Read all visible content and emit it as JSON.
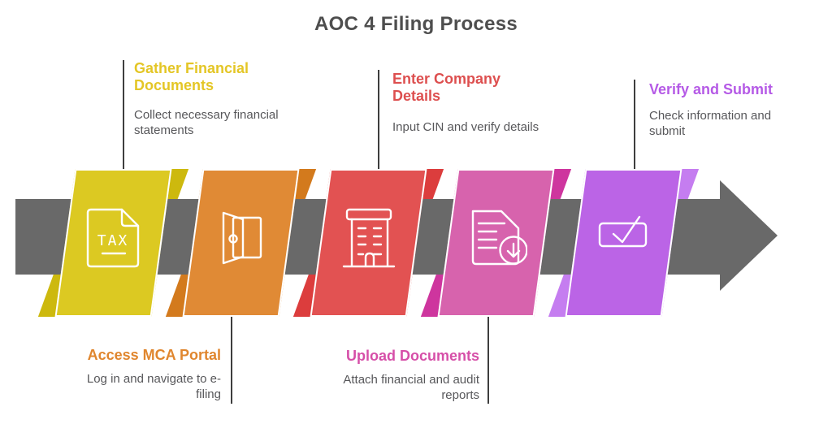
{
  "title": "AOC 4 Filing Process",
  "title_color": "#4e4e4e",
  "arrow": {
    "color": "#696969"
  },
  "connector_color": "#3e3e3e",
  "steps": [
    {
      "name": "Gather Financial Documents",
      "description": "Collect necessary financial statements",
      "icon": "tax-document-icon",
      "icon_text": "TAX",
      "color": "#dcc922",
      "back_color": "#cdb90e",
      "label_color": "#e4c626",
      "label_position": "top"
    },
    {
      "name": "Access MCA Portal",
      "description": "Log in and navigate to e-filing",
      "icon": "open-door-icon",
      "color": "#e08a35",
      "back_color": "#d37a1d",
      "label_color": "#e0862e",
      "label_position": "bottom"
    },
    {
      "name": "Enter Company Details",
      "description": "Input CIN and verify details",
      "icon": "office-building-icon",
      "color": "#e25252",
      "back_color": "#dc3d3d",
      "label_color": "#dd4f4f",
      "label_position": "top"
    },
    {
      "name": "Upload Documents",
      "description": "Attach financial and audit reports",
      "icon": "document-download-icon",
      "color": "#d763ad",
      "back_color": "#ce359e",
      "label_color": "#d64fa8",
      "label_position": "bottom"
    },
    {
      "name": "Verify and Submit",
      "description": "Check information and submit",
      "icon": "check-card-icon",
      "color": "#bb64e6",
      "back_color": "#c57df0",
      "label_color": "#b55ae6",
      "label_position": "top"
    }
  ]
}
